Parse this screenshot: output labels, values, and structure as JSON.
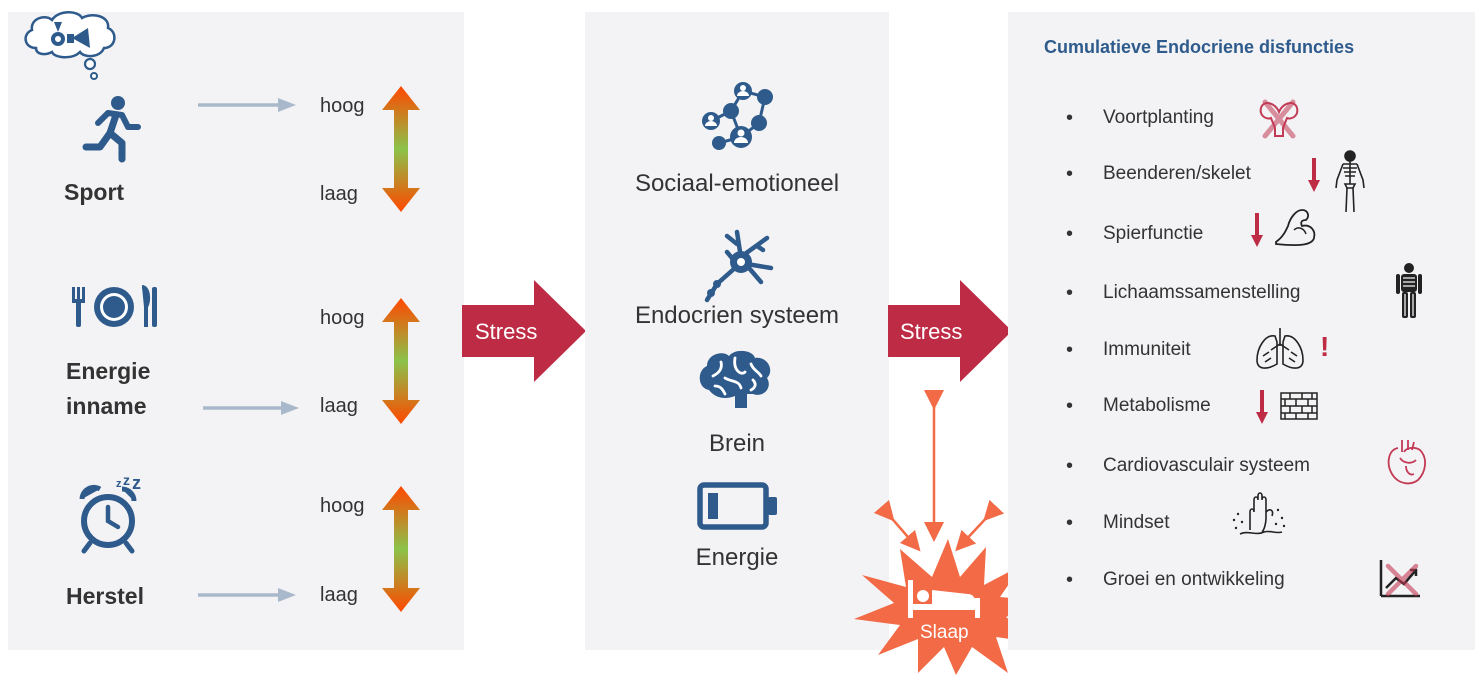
{
  "colors": {
    "panel_bg": "#f3f3f5",
    "icon_blue": "#2e5b8c",
    "stress_red": "#be2b45",
    "sleep_orange": "#f26a46",
    "gray_arrow": "#a9b9cb",
    "gradient": [
      "#ff5a00",
      "#8bc34a",
      "#ff5a00"
    ]
  },
  "left": {
    "categories": [
      {
        "label": "Sport",
        "icon": "runner-icon",
        "extra_icon": "thought-bubble-medal-megaphone-icon",
        "high_label": "hoog",
        "low_label": "laag",
        "pointer_to": "hoog"
      },
      {
        "label_line1": "Energie",
        "label_line2": "inname",
        "icon": "plate-cutlery-icon",
        "high_label": "hoog",
        "low_label": "laag",
        "pointer_to": "laag"
      },
      {
        "label": "Herstel",
        "icon": "alarm-clock-zzz-icon",
        "high_label": "hoog",
        "low_label": "laag",
        "pointer_to": "laag"
      }
    ]
  },
  "stress": {
    "label1": "Stress",
    "label2": "Stress"
  },
  "middle": {
    "items": [
      {
        "label": "Sociaal-emotioneel",
        "icon": "social-network-icon"
      },
      {
        "label": "Endocrien systeem",
        "icon": "neuron-icon"
      },
      {
        "label": "Brein",
        "icon": "brain-icon"
      },
      {
        "label": "Energie",
        "icon": "low-battery-icon"
      }
    ]
  },
  "sleep": {
    "label": "Slaap",
    "icon": "bed-icon"
  },
  "right": {
    "title": "Cumulatieve Endocriene disfuncties",
    "bullet": "•",
    "items": [
      {
        "label": "Voortplanting",
        "icon": "uterus-crossed-icon"
      },
      {
        "label": "Beenderen/skelet",
        "icon": "skeleton-icon",
        "indicator": "down-arrow"
      },
      {
        "label": "Spierfunctie",
        "icon": "biceps-icon",
        "indicator": "down-arrow"
      },
      {
        "label": "Lichaamssamenstelling",
        "icon": "body-skeleton-icon"
      },
      {
        "label": "Immuniteit",
        "icon": "lungs-icon",
        "indicator": "!"
      },
      {
        "label": "Metabolisme",
        "icon": "brick-wall-icon",
        "indicator": "down-arrow"
      },
      {
        "label": "Cardiovasculair systeem",
        "icon": "heart-icon"
      },
      {
        "label": "Mindset",
        "icon": "hand-drowning-icon"
      },
      {
        "label": "Groei en ontwikkeling",
        "icon": "growth-chart-crossed-icon"
      }
    ]
  }
}
